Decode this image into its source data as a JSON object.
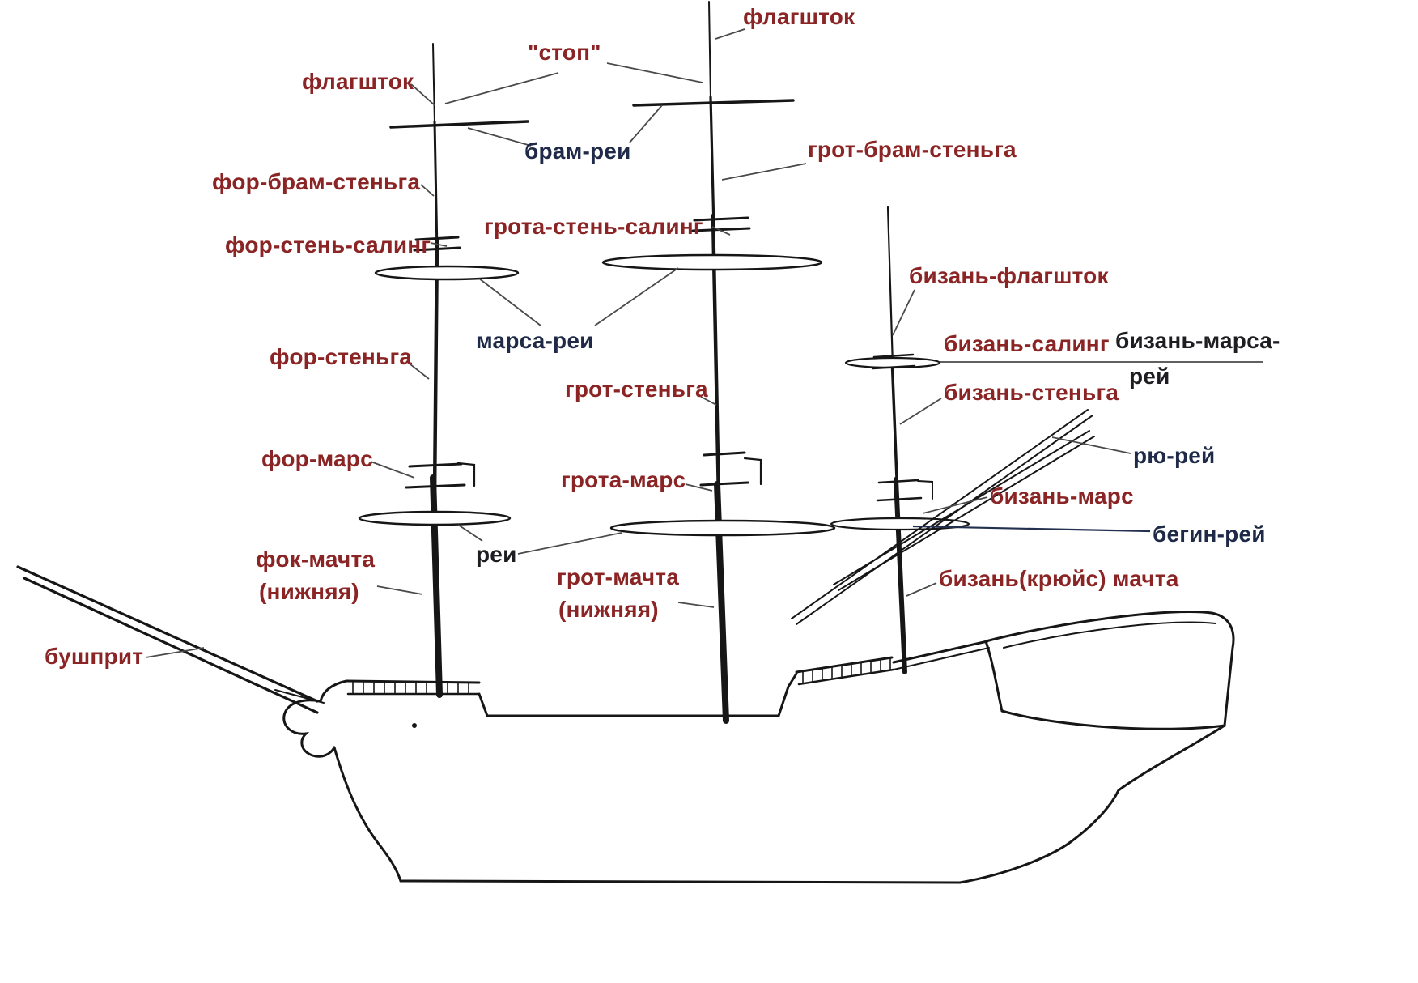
{
  "diagram": {
    "type": "ship-rigging-diagram",
    "language": "ru",
    "colors": {
      "label_primary": "#8b2424",
      "label_secondary": "#1e2a47",
      "label_dark": "#1d1d22",
      "line": "#161616",
      "background": "#ffffff"
    },
    "labels": {
      "flagpole_fore": "флагшток",
      "stop": "\"стоп\"",
      "flagpole_main": "флагшток",
      "bram_rei": "брам-реи",
      "grot_bram_stenga": "грот-брам-стеньга",
      "for_bram_stenga": "фор-брам-стеньга",
      "for_sten_saling": "фор-стень-салинг",
      "grota_sten_saling": "грота-стень-салинг",
      "bizan_flagpole": "бизань-флагшток",
      "marsa_rei": "марса-реи",
      "bizan_saling": "бизань-салинг",
      "bizan_marsa_rey_line1": "бизань-марса-",
      "bizan_marsa_rey_line2": "рей",
      "for_stenga": "фор-стеньга",
      "grot_stenga": "грот-стеньга",
      "bizan_stenga": "бизань-стеньга",
      "ryu_rey": "рю-рей",
      "for_mars": "фор-марс",
      "grota_mars": "грота-марс",
      "bizan_mars": "бизань-марс",
      "begin_rey": "бегин-рей",
      "rei": "реи",
      "fok_machta_line1": "фок-мачта",
      "fok_machta_line2": "(нижняя)",
      "grot_machta_line1": "грот-мачта",
      "grot_machta_line2": "(нижняя)",
      "bizan_kryuis_machta": "бизань(крюйс) мачта",
      "bushprit": "бушприт"
    }
  }
}
